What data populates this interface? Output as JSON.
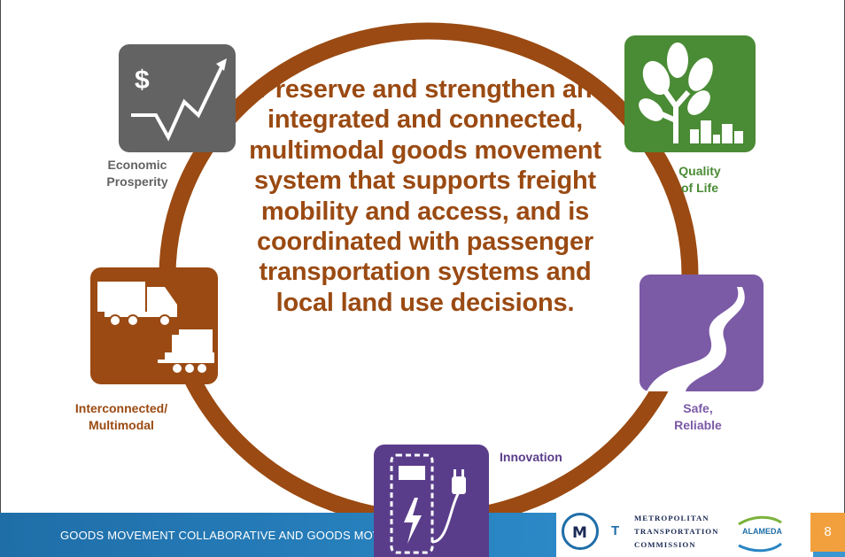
{
  "slide": {
    "center_text": "Preserve and strengthen an integrated and connected, multimodal goods movement system that supports freight mobility and access, and is coordinated with passenger transportation systems and local land use decisions.",
    "page_number": "8"
  },
  "goals": {
    "economic": {
      "label_1": "Economic",
      "label_2": "Prosperity",
      "color": "#636363",
      "icon": "dollar-trend-icon"
    },
    "quality": {
      "label_1": "Quality",
      "label_2": "of Life",
      "color": "#4a8b35",
      "icon": "tree-city-icon"
    },
    "interconnected": {
      "label_1": "Interconnected/",
      "label_2": "Multimodal",
      "color": "#9a4a12",
      "icon": "truck-train-icon"
    },
    "safe": {
      "label_1": "Safe,",
      "label_2": "Reliable",
      "color": "#7b5aa6",
      "icon": "winding-road-icon"
    },
    "innovation": {
      "label": "Innovation",
      "color": "#5a3d8a",
      "icon": "ev-charger-icon"
    }
  },
  "footer": {
    "text": "GOODS MOVEMENT COLLABORATIVE AND GOODS MOVEMENT PLAN",
    "mtc_line_1": "METROPOLITAN",
    "mtc_line_2": "TRANSPORTATION",
    "mtc_line_3": "COMMISSION",
    "alameda": "ALAMEDA"
  },
  "colors": {
    "ring": "#9a4a12",
    "footer": "#2a86c4",
    "page_number_bg": "#f2a03d"
  }
}
